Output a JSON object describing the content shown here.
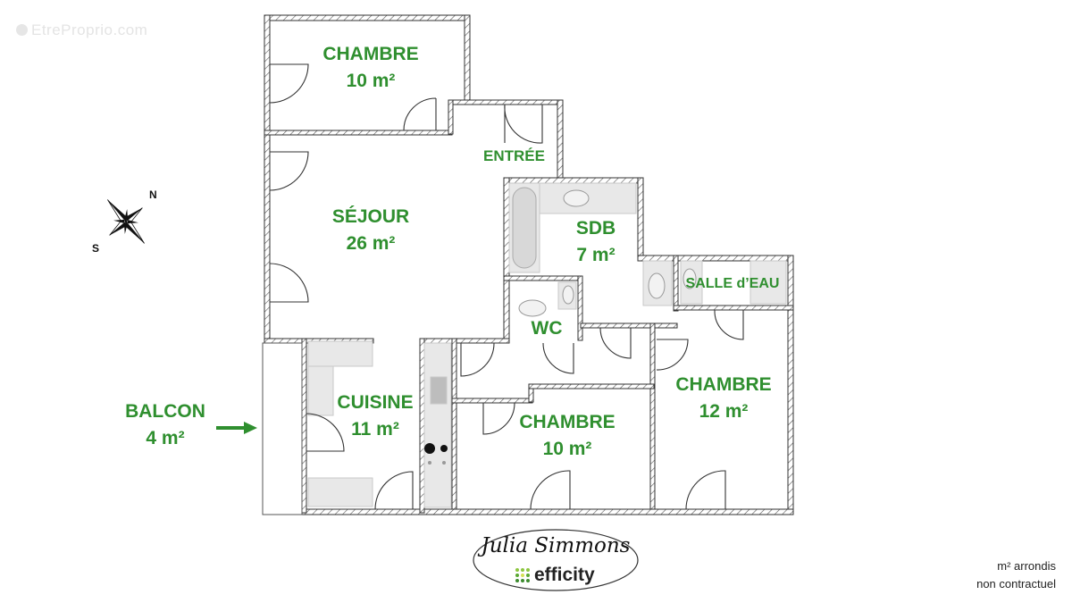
{
  "watermark": "EtreProprio.com",
  "colors": {
    "label_green": "#2f8f2f",
    "wall": "#333333",
    "fixture_gray": "#e6e6e6"
  },
  "compass": {
    "icon": "compass-rose-icon",
    "north_label": "N",
    "south_label": "S"
  },
  "rooms": {
    "chambre_top": {
      "name": "CHAMBRE",
      "area": "10 m²"
    },
    "entree": {
      "name": "ENTRÉE"
    },
    "sejour": {
      "name": "SÉJOUR",
      "area": "26 m²"
    },
    "sdb": {
      "name": "SDB",
      "area": "7 m²"
    },
    "salle_eau": {
      "name": "SALLE d’EAU"
    },
    "wc": {
      "name": "WC"
    },
    "cuisine": {
      "name": "CUISINE",
      "area": "11 m²"
    },
    "chambre_mid": {
      "name": "CHAMBRE",
      "area": "10 m²"
    },
    "chambre_right": {
      "name": "CHAMBRE",
      "area": "12 m²"
    },
    "balcon": {
      "name": "BALCON",
      "area": "4 m²"
    }
  },
  "logo": {
    "signature": "Julia Simmons",
    "brand": "efficity"
  },
  "footnote": {
    "line1": "m² arrondis",
    "line2": "non contractuel"
  }
}
